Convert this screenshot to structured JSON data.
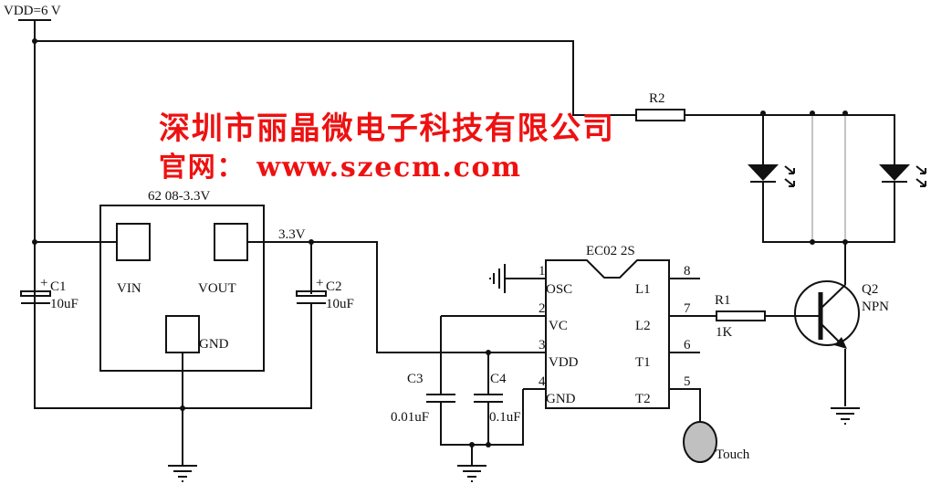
{
  "supply_label": "VDD=6 V",
  "watermark": {
    "company": "深圳市丽晶微电子科技有限公司",
    "website": "官网： www.szecm.com"
  },
  "regulator": {
    "name": "62 08-3.3V",
    "vin": "VIN",
    "vout": "VOUT",
    "gnd": "GND",
    "out_net": "3.3V"
  },
  "c1": {
    "ref": "C1",
    "value": "10uF"
  },
  "c2": {
    "ref": "C2",
    "value": "10uF"
  },
  "c3": {
    "ref": "C3",
    "value": "0.01uF"
  },
  "c4": {
    "ref": "C4",
    "value": "0.1uF"
  },
  "ic": {
    "name": "EC02 2S",
    "left_pins": [
      {
        "num": "1",
        "name": "OSC"
      },
      {
        "num": "2",
        "name": "VC"
      },
      {
        "num": "3",
        "name": "VDD"
      },
      {
        "num": "4",
        "name": "GND"
      }
    ],
    "right_pins": [
      {
        "num": "8",
        "name": "L1"
      },
      {
        "num": "7",
        "name": "L2"
      },
      {
        "num": "6",
        "name": "T1"
      },
      {
        "num": "5",
        "name": "T2"
      }
    ]
  },
  "r1": {
    "ref": "R1",
    "value": "1K"
  },
  "r2": {
    "ref": "R2"
  },
  "q2": {
    "ref": "Q2",
    "type": "NPN"
  },
  "touch": "Touch",
  "colors": {
    "watermark": "#ee1111",
    "touch_pad": "#c0c0c0"
  }
}
